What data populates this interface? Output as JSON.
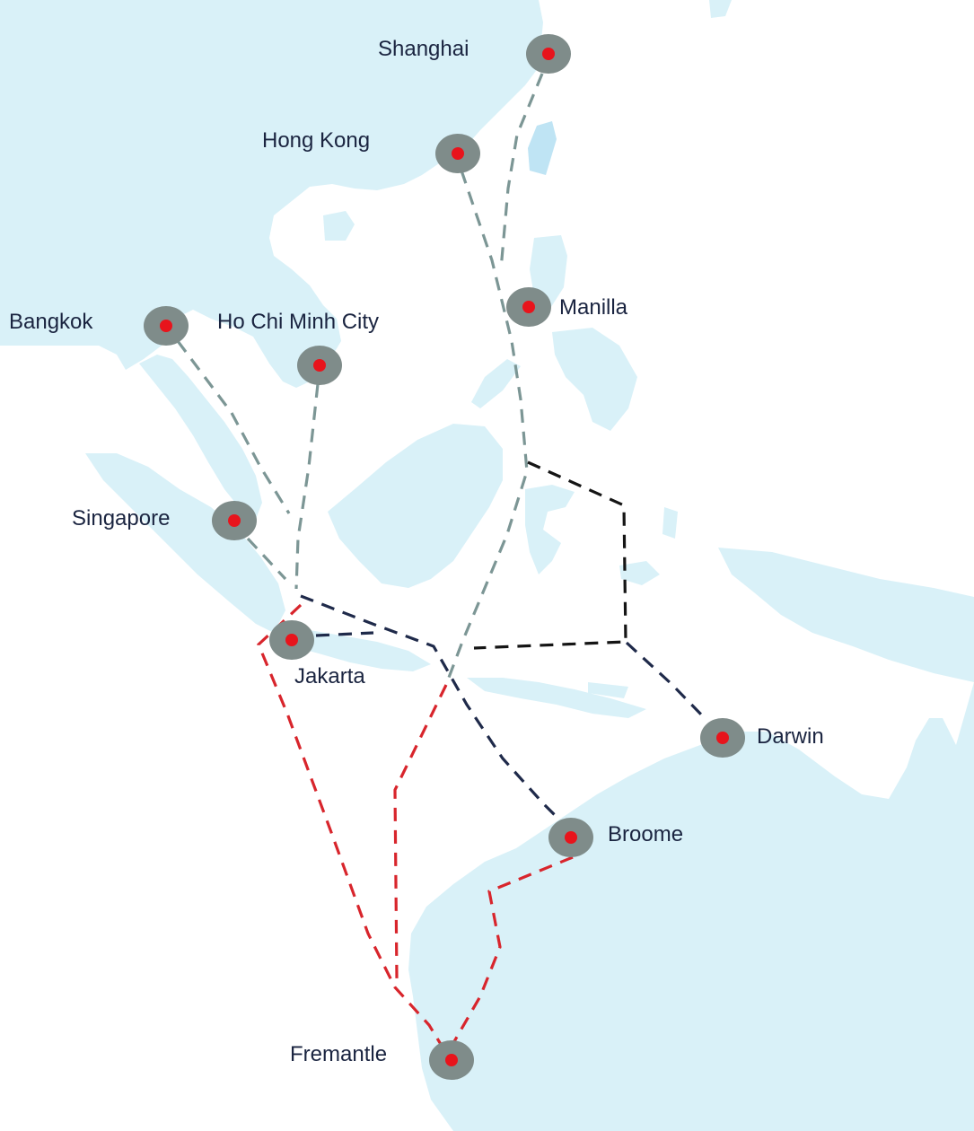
{
  "map": {
    "colors": {
      "sea": "#ffffff",
      "land": "#d9f1f8",
      "land_shade": "#c2e3ef",
      "marker_outer": "#7f8c8a",
      "marker_inner": "#e8141c",
      "label": "#1a2440",
      "route_grey": "#7c9695",
      "route_navy": "#1f2a4a",
      "route_black": "#151515",
      "route_red": "#d8252c"
    },
    "cities": [
      {
        "id": "shanghai",
        "name": "Shanghai"
      },
      {
        "id": "hong-kong",
        "name": "Hong Kong"
      },
      {
        "id": "manilla",
        "name": "Manilla"
      },
      {
        "id": "bangkok",
        "name": "Bangkok"
      },
      {
        "id": "ho-chi-minh-city",
        "name": "Ho Chi Minh City"
      },
      {
        "id": "singapore",
        "name": "Singapore"
      },
      {
        "id": "jakarta",
        "name": "Jakarta"
      },
      {
        "id": "darwin",
        "name": "Darwin"
      },
      {
        "id": "broome",
        "name": "Broome"
      },
      {
        "id": "fremantle",
        "name": "Fremantle"
      }
    ],
    "routes": [
      {
        "id": "shanghai-route",
        "style": "grey"
      },
      {
        "id": "hongkong-route",
        "style": "grey"
      },
      {
        "id": "bangkok-route",
        "style": "grey"
      },
      {
        "id": "hcmc-route",
        "style": "grey"
      },
      {
        "id": "singapore-route",
        "style": "grey"
      },
      {
        "id": "jakarta-broome-route",
        "style": "navy"
      },
      {
        "id": "jakarta-link-route",
        "style": "navy"
      },
      {
        "id": "darwin-route",
        "style": "navy"
      },
      {
        "id": "eastern-loop-route",
        "style": "black"
      },
      {
        "id": "jakarta-fremantle-route",
        "style": "red"
      },
      {
        "id": "central-fremantle-route",
        "style": "red"
      },
      {
        "id": "broome-fremantle-route",
        "style": "red"
      }
    ]
  }
}
